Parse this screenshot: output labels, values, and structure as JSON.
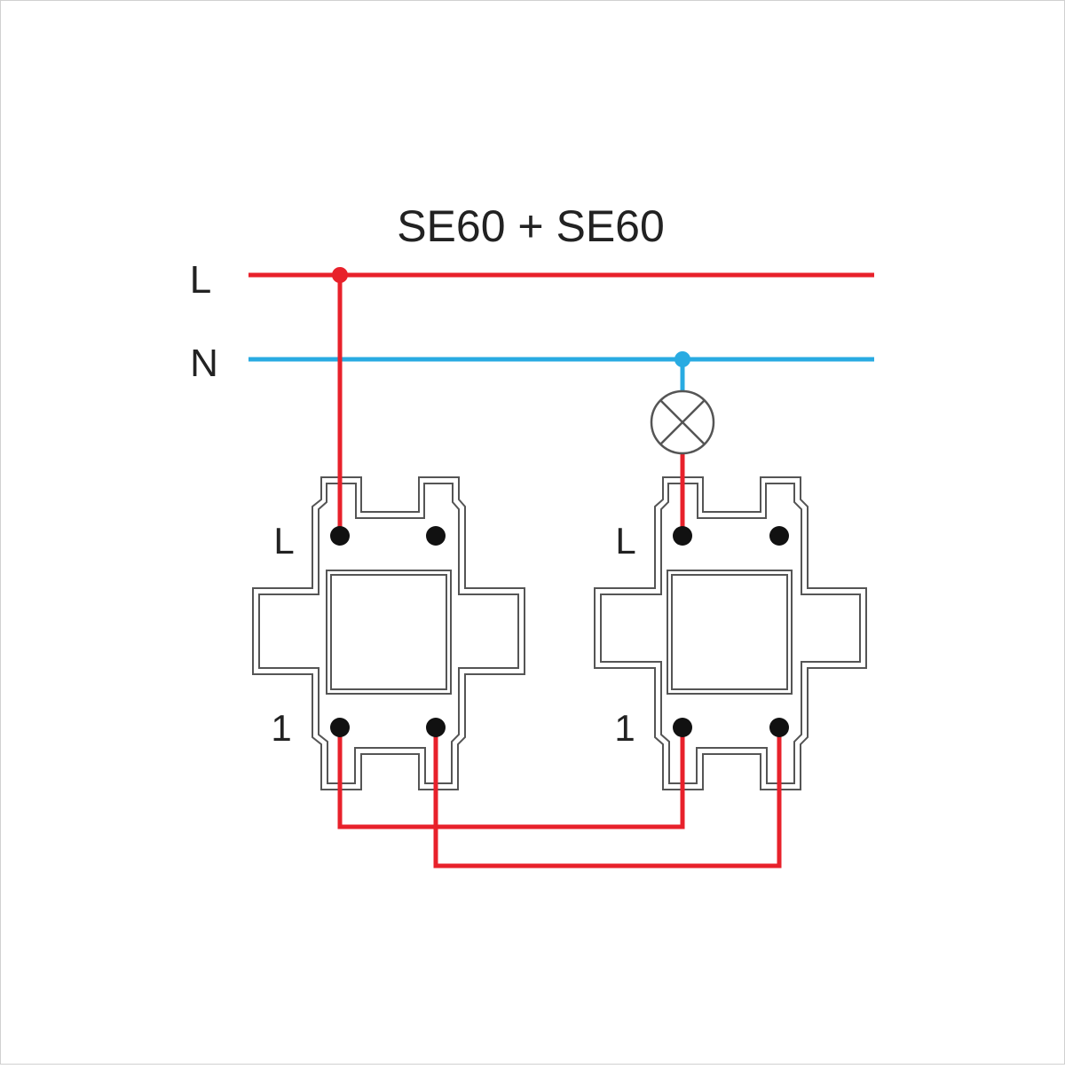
{
  "title": "SE60 + SE60",
  "bus_labels": {
    "live": "L",
    "neutral": "N"
  },
  "switch_left": {
    "terminal_top_label": "L",
    "terminal_bottom_label": "1"
  },
  "switch_right": {
    "terminal_top_label": "L",
    "terminal_bottom_label": "1"
  },
  "colors": {
    "live_wire": "#e8212b",
    "neutral_wire": "#29abe2",
    "outline": "#555555",
    "terminal": "#111111",
    "text": "#222222"
  },
  "icons": {
    "lamp": "lamp-icon",
    "junction": "junction-dot-icon",
    "terminal": "terminal-screw-icon"
  }
}
